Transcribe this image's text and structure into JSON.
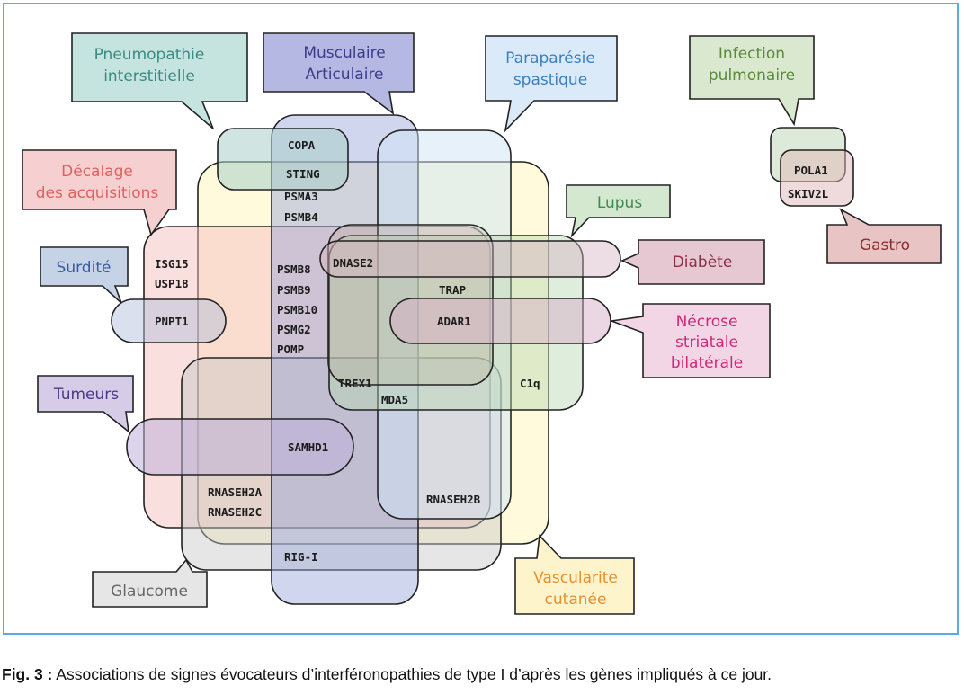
{
  "diagram": {
    "categories": {
      "pneumopathie": [
        "Pneumopathie",
        "interstitielle"
      ],
      "musculaire": [
        "Musculaire",
        "Articulaire"
      ],
      "paraparesie": [
        "Paraparésie",
        "spastique"
      ],
      "infection": [
        "Infection",
        "pulmonaire"
      ],
      "decalage": [
        "Décalage",
        "des acquisitions"
      ],
      "lupus": "Lupus",
      "diabete": "Diabète",
      "surdite": "Surdité",
      "necrose": [
        "Nécrose",
        "striatale",
        "bilatérale"
      ],
      "tumeurs": "Tumeurs",
      "gastro": "Gastro",
      "glaucome": "Glaucome",
      "vascularite": [
        "Vascularite",
        "cutanée"
      ]
    },
    "genes": {
      "copa": "COPA",
      "sting": "STING",
      "psma3": "PSMA3",
      "psmb4": "PSMB4",
      "psmb8": "PSMB8",
      "psmb9": "PSMB9",
      "psmb10": "PSMB10",
      "psmg2": "PSMG2",
      "pomp": "POMP",
      "isg15": "ISG15",
      "usp18": "USP18",
      "pnpt1": "PNPT1",
      "dnase2": "DNASE2",
      "trap": "TRAP",
      "adar1": "ADAR1",
      "trex1": "TREX1",
      "mda5": "MDA5",
      "c1q": "C1q",
      "samhd1": "SAMHD1",
      "rnaseh2a": "RNASEH2A",
      "rnaseh2c": "RNASEH2C",
      "rnaseh2b": "RNASEH2B",
      "rigi": "RIG-I",
      "pola1": "POLA1",
      "skiv2l": "SKIV2L"
    },
    "colors": {
      "frame": "#5ea9dd",
      "pneumopathie": "#3a8a80",
      "musculaire": "#3c3c8e",
      "paraparesie": "#3a7fbf",
      "infection": "#5a8a3a",
      "decalage": "#e06060",
      "lupus": "#3f8a50",
      "diabete": "#8a2e4a",
      "surdite": "#3a5aa0",
      "necrose": "#d0287a",
      "tumeurs": "#4a3a8a",
      "gastro": "#8a2e2e",
      "glaucome": "#666666",
      "vascularite": "#e89030"
    }
  },
  "caption": {
    "label": "Fig. 3 :",
    "text": " Associations de signes évocateurs d’interféronopathies de type I d’après les gènes impliqués à ce jour."
  }
}
